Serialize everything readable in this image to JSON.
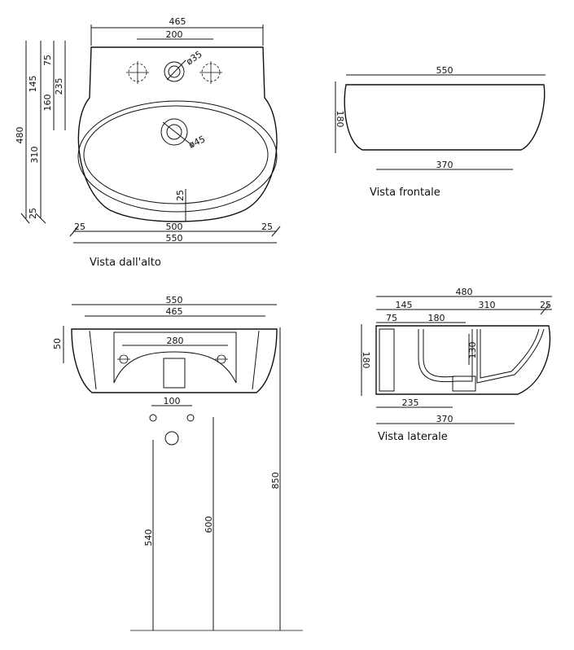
{
  "views": {
    "top": {
      "caption": "Vista dall'alto",
      "dims": {
        "width_top": "465",
        "holes_spacing": "200",
        "tap_hole": "ø35",
        "drain_hole": "ø45",
        "v145": "145",
        "v75": "75",
        "v160": "160",
        "v235": "235",
        "v480": "480",
        "v310": "310",
        "v25_left": "25",
        "v25_center": "25",
        "h25_left": "25",
        "h500": "500",
        "h25_right": "25",
        "h550": "550"
      }
    },
    "front": {
      "caption": "Vista frontale",
      "dims": {
        "top": "550",
        "height": "180",
        "bottom": "370"
      }
    },
    "side": {
      "caption": "Vista laterale",
      "dims": {
        "total": "480",
        "d145": "145",
        "d310": "310",
        "d25": "25",
        "d75": "75",
        "d180": "180",
        "d130": "130",
        "height": "180",
        "bottom235": "235",
        "bottom370": "370"
      }
    },
    "wall": {
      "dims": {
        "w550": "550",
        "w465": "465",
        "w50": "50",
        "w280": "280",
        "w100": "100",
        "h540": "540",
        "h600": "600",
        "h850": "850"
      }
    }
  }
}
